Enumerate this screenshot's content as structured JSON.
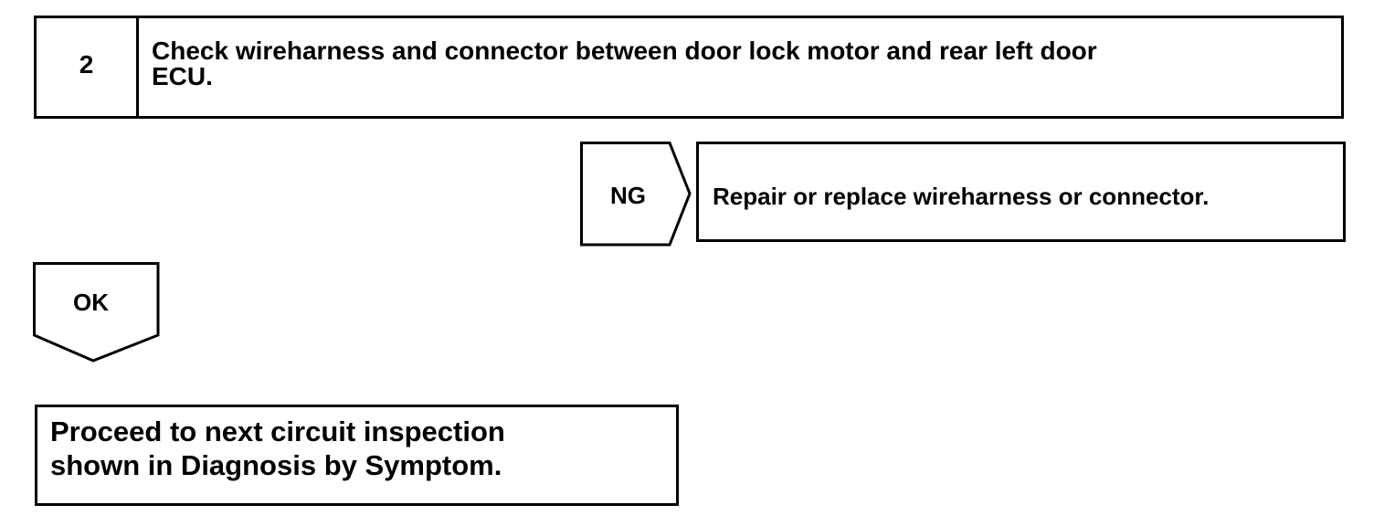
{
  "step": {
    "number": "2",
    "title_line1": "Check wireharness and connector between door lock motor and rear left door",
    "title_line2": "ECU."
  },
  "ng_branch": {
    "label": "NG",
    "result": "Repair or replace wireharness or connector."
  },
  "ok_branch": {
    "label": "OK"
  },
  "next_step": {
    "line1": "Proceed to next circuit inspection",
    "line2": "shown in Diagnosis by Symptom."
  },
  "colors": {
    "stroke": "#000000",
    "background": "#ffffff"
  }
}
